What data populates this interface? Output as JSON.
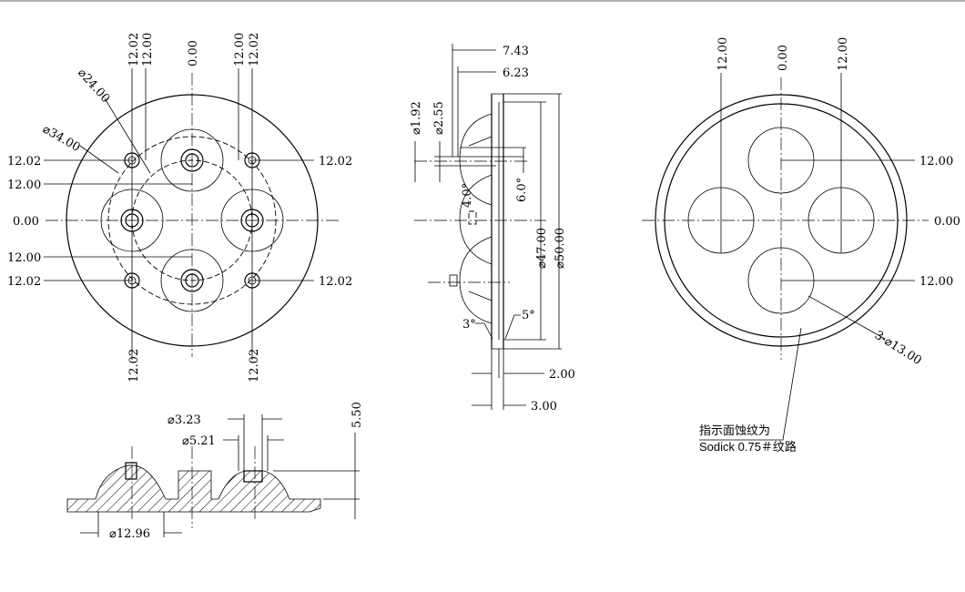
{
  "front_view": {
    "top_labels": [
      "12.02",
      "12.00",
      "0.00",
      "12.00",
      "12.02"
    ],
    "left_labels": [
      "12.02",
      "12.00",
      "0.00",
      "12.00",
      "12.02"
    ],
    "right_labels": [
      "12.02",
      "12.02"
    ],
    "bottom_labels": [
      "12.02",
      "12.02"
    ],
    "dia_inner": "⌀24.00",
    "dia_outer": "⌀34.00"
  },
  "side_view": {
    "dim_7_43": "7.43",
    "dim_6_23": "6.23",
    "dia_1_92": "⌀1.92",
    "dia_2_55": "⌀2.55",
    "angle_4": "4.0°",
    "angle_6": "6.0°",
    "dia_47": "⌀47.00",
    "dia_50": "⌀50.00",
    "angle_5": "5°",
    "angle_3": "3°",
    "dim_2": "2.00",
    "dim_3": "3.00"
  },
  "section_view": {
    "dia_3_23": "⌀3.23",
    "dia_5_21": "⌀5.21",
    "height": "5.50",
    "dia_12_96": "⌀12.96"
  },
  "rear_view": {
    "top_labels": [
      "12.00",
      "0.00",
      "12.00"
    ],
    "right_labels": [
      "12.00",
      "0.00",
      "12.00"
    ],
    "lens_dia": "3-⌀13.00",
    "note_line1": "指示面蚀纹为",
    "note_line2": "Sodick 0.75＃纹路"
  }
}
